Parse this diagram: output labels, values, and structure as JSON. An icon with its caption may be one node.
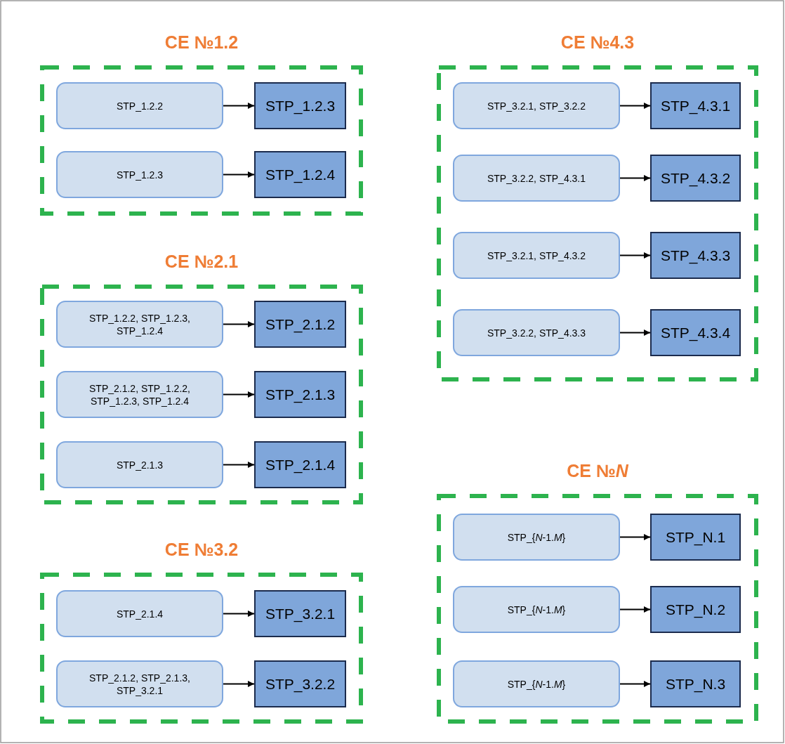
{
  "diagram": {
    "nodes": [
      {
        "text": [
          "CE №1.2"
        ]
      },
      {
        "text": [
          "STP_1.2.2"
        ],
        "in": 0
      },
      {
        "text": [
          "STP_1.2.3"
        ],
        "in": 0
      },
      {
        "text": [
          "STP_1.2.3"
        ],
        "in": 0
      },
      {
        "text": [
          "STP_1.2.4"
        ],
        "in": 0
      },
      {
        "text": [
          "CE №2.1"
        ]
      },
      {
        "text": [
          "STP_1.2.2, STP_1.2.3, STP_1.2.4"
        ],
        "in": 5
      },
      {
        "text": [
          "STP_2.1.2"
        ],
        "in": 5
      },
      {
        "text": [
          "STP_2.1.2, STP_1.2.2, STP_1.2.3, STP_1.2.4"
        ],
        "in": 5
      },
      {
        "text": [
          "STP_2.1.3"
        ],
        "in": 5
      },
      {
        "text": [
          "STP_2.1.3"
        ],
        "in": 5
      },
      {
        "text": [
          "STP_2.1.4"
        ],
        "in": 5
      },
      {
        "text": [
          "CE №3.2"
        ]
      },
      {
        "text": [
          "STP_2.1.4"
        ],
        "in": 12
      },
      {
        "text": [
          "STP_3.2.1"
        ],
        "in": 12
      },
      {
        "text": [
          "STP_2.1.2, STP_2.1.3, STP_3.2.1"
        ],
        "in": 12
      },
      {
        "text": [
          "STP_3.2.2"
        ],
        "in": 12
      },
      {
        "text": [
          "CE №4.3"
        ]
      },
      {
        "text": [
          "STP_3.2.1, STP_3.2.2"
        ],
        "in": 17
      },
      {
        "text": [
          "STP_4.3.1"
        ],
        "in": 17
      },
      {
        "text": [
          "STP_3.2.2, STP_4.3.1"
        ],
        "in": 17
      },
      {
        "text": [
          "STP_4.3.2"
        ],
        "in": 17
      },
      {
        "text": [
          "STP_3.2.1, STP_4.3.2"
        ],
        "in": 17
      },
      {
        "text": [
          "STP_4.3.3"
        ],
        "in": 17
      },
      {
        "text": [
          "STP_3.2.2, STP_4.3.3"
        ],
        "in": 17
      },
      {
        "text": [
          "STP_4.3.4"
        ],
        "in": 17
      },
      {
        "text": [
          "CE №*N*"
        ]
      },
      {
        "text": [
          "STP_{*N*-1.*M*}"
        ],
        "in": 26
      },
      {
        "text": [
          "STP_N.1"
        ],
        "in": 26
      },
      {
        "text": [
          "STP_{*N*-1.*M*}"
        ],
        "in": 26
      },
      {
        "text": [
          "STP_N.2"
        ],
        "in": 26
      },
      {
        "text": [
          "STP_{*N*-1.*M*}"
        ],
        "in": 26
      },
      {
        "text": [
          "STP_N.3"
        ],
        "in": 26
      }
    ],
    "edges": [
      {
        "from": 1,
        "to": 2,
        "arrow": "to"
      },
      {
        "from": 3,
        "to": 4,
        "arrow": "to"
      },
      {
        "from": 6,
        "to": 7,
        "arrow": "to"
      },
      {
        "from": 8,
        "to": 9,
        "arrow": "to"
      },
      {
        "from": 10,
        "to": 11,
        "arrow": "to"
      },
      {
        "from": 13,
        "to": 14,
        "arrow": "to"
      },
      {
        "from": 15,
        "to": 16,
        "arrow": "to"
      },
      {
        "from": 18,
        "to": 19,
        "arrow": "to"
      },
      {
        "from": 20,
        "to": 21,
        "arrow": "to"
      },
      {
        "from": 22,
        "to": 23,
        "arrow": "to"
      },
      {
        "from": 24,
        "to": 25,
        "arrow": "to"
      },
      {
        "from": 27,
        "to": 28,
        "arrow": "to"
      },
      {
        "from": 29,
        "to": 30,
        "arrow": "to"
      },
      {
        "from": 31,
        "to": 32,
        "arrow": "to"
      }
    ]
  }
}
